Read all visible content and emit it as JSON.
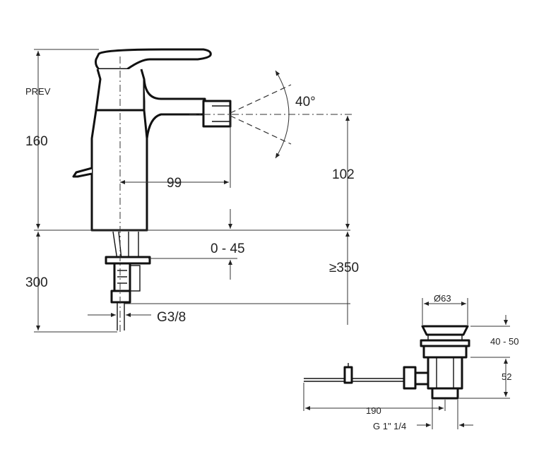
{
  "faucet": {
    "label_prev": "PREV",
    "label_160": "160",
    "label_300": "300",
    "label_99": "99",
    "label_102": "102",
    "label_0_45": "0 - 45",
    "label_350": "≥350",
    "label_g38": "G3/8",
    "label_angle": "40°"
  },
  "drain": {
    "label_d63": "Ø63",
    "label_40_50": "40 - 50",
    "label_52": "52",
    "label_190": "190",
    "label_g114": "G 1\" 1/4"
  }
}
